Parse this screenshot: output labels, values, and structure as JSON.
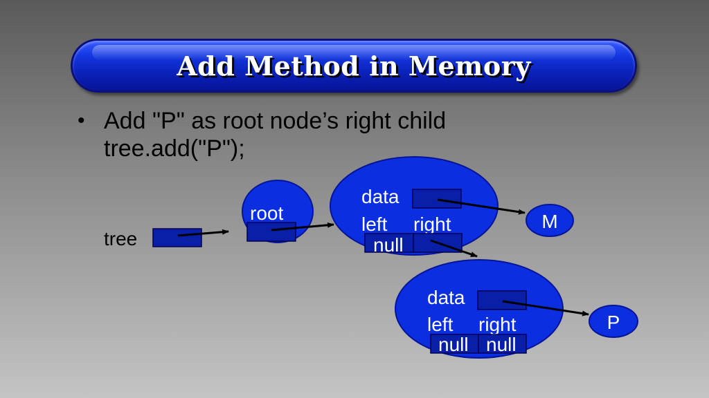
{
  "slide": {
    "title": "Add Method in Memory",
    "bullet_symbol": "•",
    "bullet_text": "Add \"P\" as root node’s right child",
    "code_line": "tree.add(\"P\");"
  },
  "diagram": {
    "tree_label": "tree",
    "root_label": "root",
    "node_m": {
      "data_label": "data",
      "left_label": "left",
      "right_label": "right",
      "left_value": "null",
      "data_value": "M"
    },
    "node_p": {
      "data_label": "data",
      "left_label": "left",
      "right_label": "right",
      "left_value": "null",
      "right_value": "null",
      "data_value": "P"
    }
  },
  "colors": {
    "node_fill": "#0a2ee0",
    "box_fill": "#0a1fa8",
    "arrow": "#000000",
    "title_text": "#ffffff"
  }
}
